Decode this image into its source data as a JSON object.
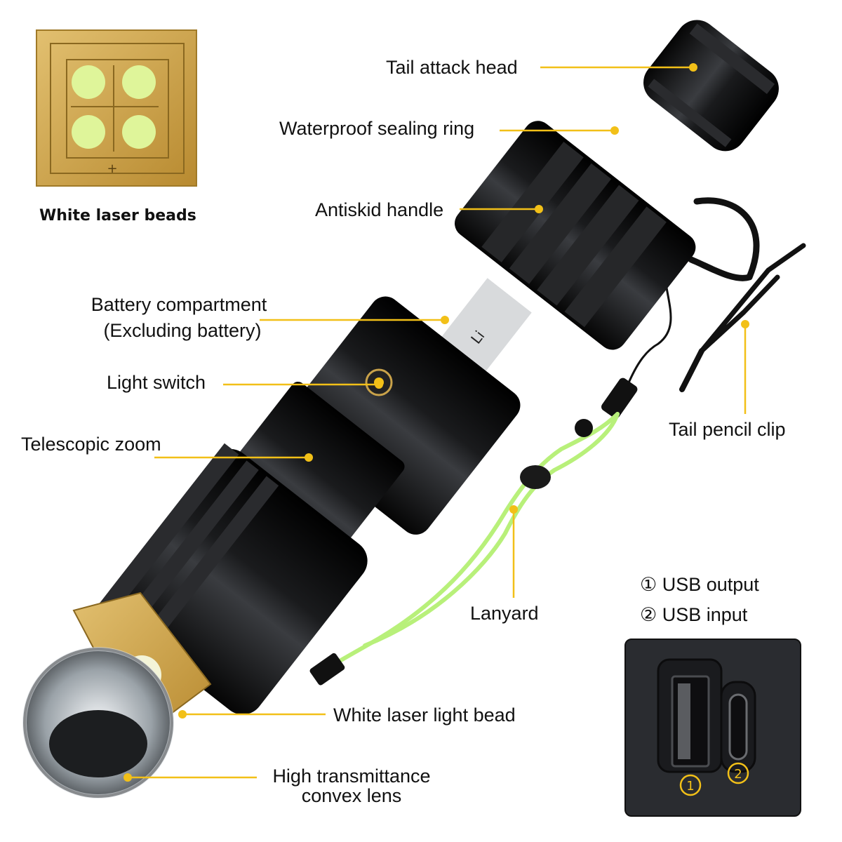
{
  "inset_caption": "White laser beads",
  "callouts": {
    "tail_attack_head": "Tail attack head",
    "waterproof_ring": "Waterproof sealing ring",
    "antiskid_handle": "Antiskid handle",
    "battery_compartment": "Battery compartment",
    "battery_note": "(Excluding battery)",
    "light_switch": "Light switch",
    "telescopic_zoom": "Telescopic zoom",
    "tail_pencil_clip": "Tail pencil clip",
    "lanyard": "Lanyard",
    "white_laser_bead": "White laser light bead",
    "lens_line1": "High transmittance",
    "lens_line2": "convex lens"
  },
  "ports": {
    "usb_output": "① USB output",
    "usb_input": "② USB input",
    "marker_1": "①",
    "marker_2": "②"
  },
  "battery_print": "Li",
  "colors": {
    "accent": "#f2c018",
    "body": "#1b1c1e",
    "lanyard": "#b8f07a",
    "bead_plate": "#c9a24a",
    "bead": "#dff59a"
  }
}
